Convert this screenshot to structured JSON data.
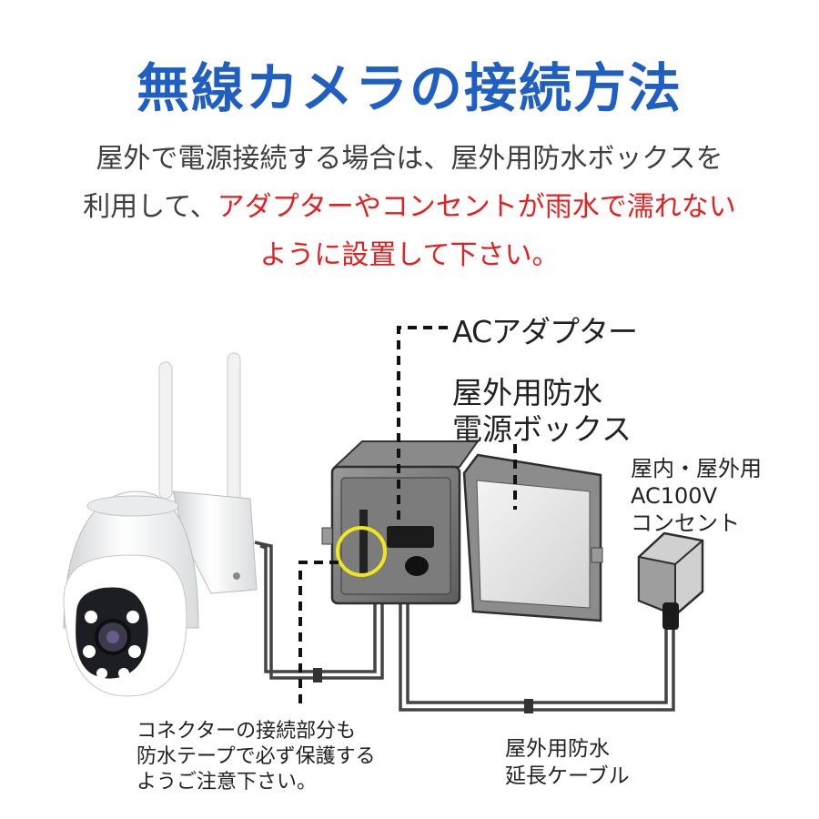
{
  "title": "無線カメラの接続方法",
  "intro": {
    "line1": "屋外で電源接続する場合は、屋外用防水ボックスを",
    "line2_prefix": "利用して、",
    "line2_red": "アダプターやコンセントが雨水で濡れない",
    "line3_red": "ように設置して下さい。"
  },
  "labels": {
    "ac_adapter": "ACアダプター",
    "box_line1": "屋外用防水",
    "box_line2": "電源ボックス",
    "outlet_line1": "屋内・屋外用",
    "outlet_line2": "AC100V",
    "outlet_line3": "コンセント",
    "connector_line1": "コネクターの接続部分も",
    "connector_line2": "防水テープで必ず保護する",
    "connector_line3": "ようご注意下さい。",
    "cable_line1": "屋外用防水",
    "cable_line2": "延長ケーブル"
  },
  "colors": {
    "title": "#1f5fc4",
    "highlight_text": "#e51f1f",
    "connector_circle": "#f0e61e"
  }
}
